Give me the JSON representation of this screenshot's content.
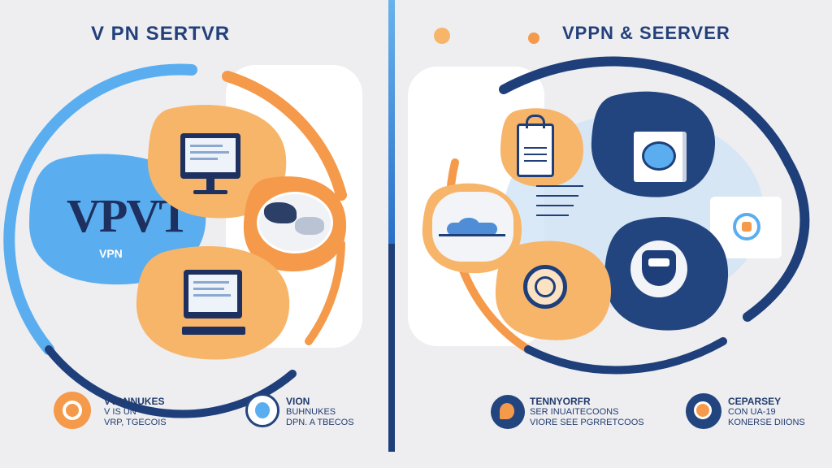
{
  "left": {
    "title": "V PN SERTVR",
    "vpn_big": "VPVT",
    "vpn_small": "VPN"
  },
  "right": {
    "title": "VPPN & SEERVER"
  },
  "captions": [
    {
      "lines": [
        "VVANNUKES",
        "V IS UN",
        "VRP, TGECOIS"
      ]
    },
    {
      "lines": [
        "VION",
        "BUHNUKES",
        "DPN. A TBECOS"
      ]
    },
    {
      "lines": [
        "TENNYORFR",
        "SER INUAITECOONS",
        "VIORE SEE PGRRETCOOS"
      ]
    },
    {
      "lines": [
        "CEPARSEY",
        "CON UA-19",
        "KONERSE DIIONS"
      ]
    }
  ],
  "colors": {
    "navy": "#1e3f7a",
    "blue": "#5aaef0",
    "orange": "#f59a4a",
    "orange_light": "#f7b56a",
    "bg": "#eeeef1"
  },
  "icons": [
    "monitor-icon",
    "globe-icon",
    "lock-document-icon",
    "cloud-icon",
    "shield-icon",
    "badge-icon",
    "chat-icon",
    "key-icon"
  ]
}
